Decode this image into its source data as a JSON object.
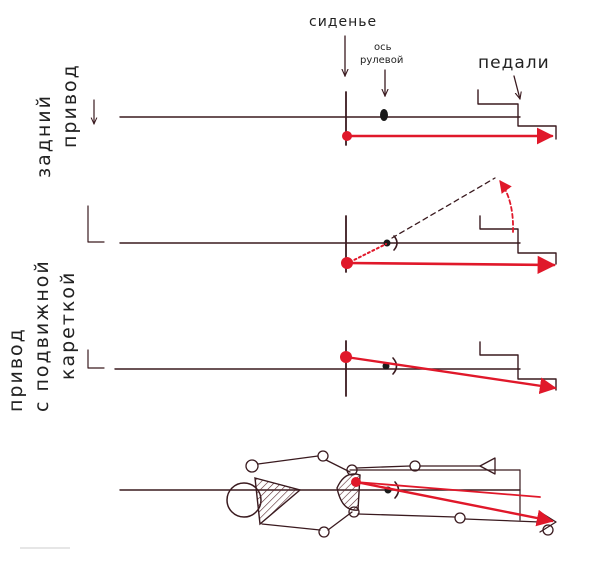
{
  "labels": {
    "seat": "сиденье",
    "steering_axis_line1": "ось",
    "steering_axis_line2": "рулевой",
    "pedals": "педали",
    "row1_line1": "задний",
    "row1_line2": "привод",
    "row23_line1": "привод",
    "row23_line2": "с подвижной",
    "row23_line3": "кареткой"
  },
  "colors": {
    "ink": "#3a1a1f",
    "accent": "#e0182a",
    "hatch": "#5a2a30"
  }
}
